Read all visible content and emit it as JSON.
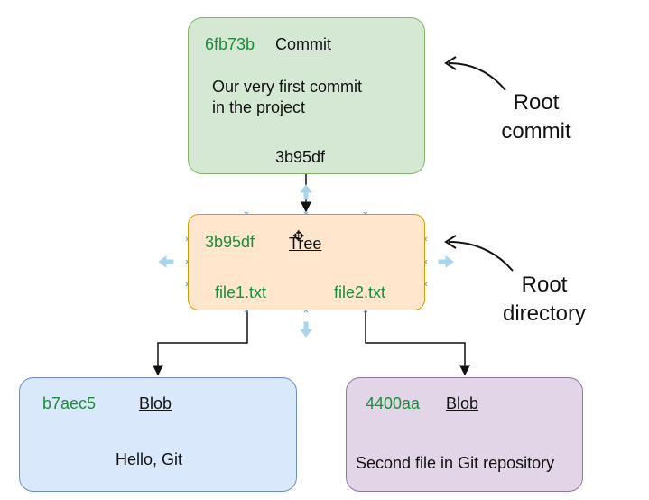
{
  "commit": {
    "hash": "6fb73b",
    "type": "Commit",
    "message_line1": "Our very first commit",
    "message_line2": "in the project",
    "tree_ref": "3b95df"
  },
  "tree": {
    "hash": "3b95df",
    "type": "Tree",
    "file1": "file1.txt",
    "file2": "file2.txt"
  },
  "blob1": {
    "hash": "b7aec5",
    "type": "Blob",
    "content": "Hello, Git"
  },
  "blob2": {
    "hash": "4400aa",
    "type": "Blob",
    "content": "Second file in Git repository"
  },
  "annotations": {
    "root_commit_line1": "Root",
    "root_commit_line2": "commit",
    "root_dir_line1": "Root",
    "root_dir_line2": "directory"
  },
  "colors": {
    "hash_green": "#1e8c3a",
    "commit_fill": "#d5e8d4",
    "tree_fill": "#ffe6cc",
    "blob1_fill": "#dae8fc",
    "blob2_fill": "#e1d5e7",
    "selection_blue": "#a9d4ee"
  }
}
